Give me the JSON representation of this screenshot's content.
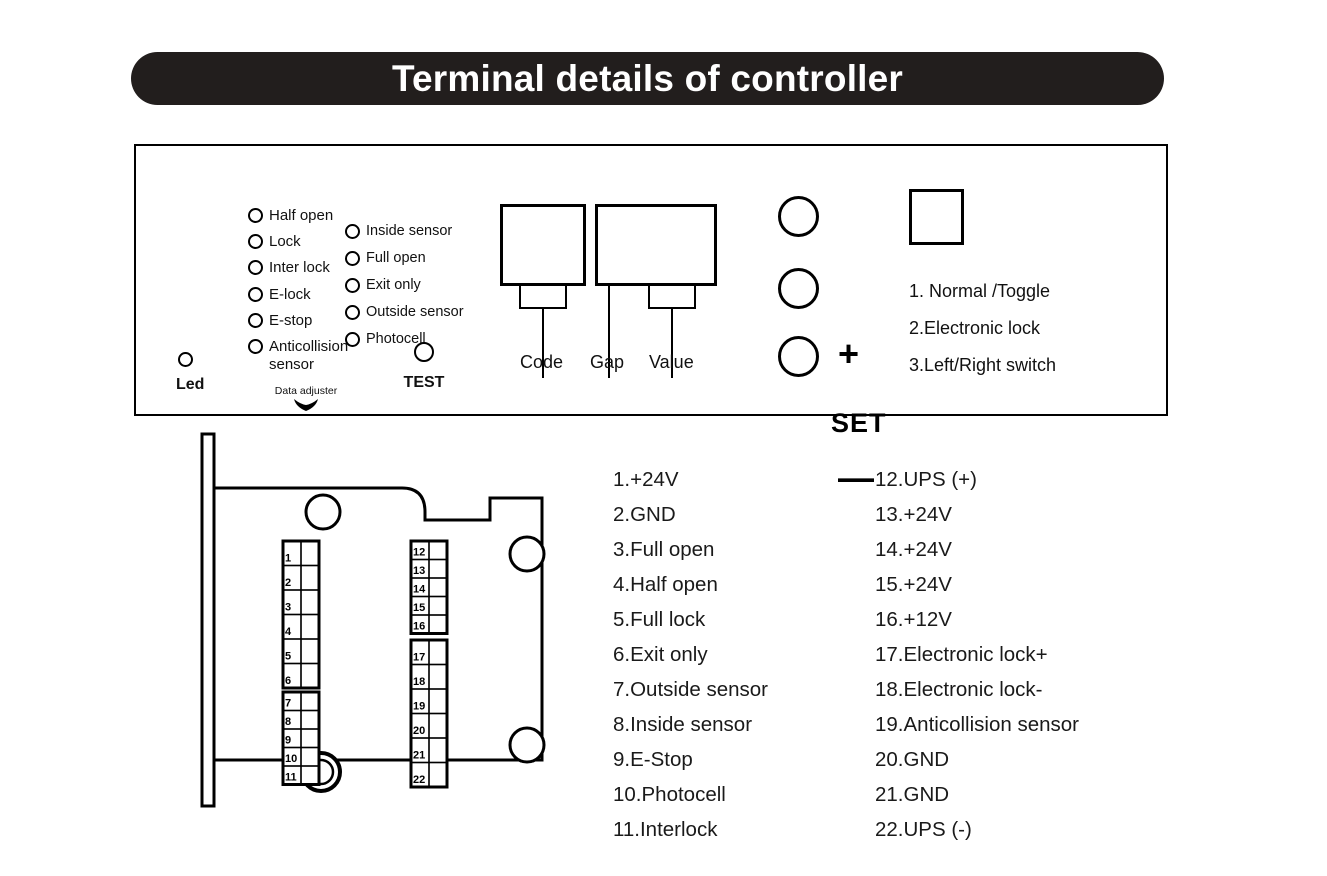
{
  "title": {
    "text": "Terminal details of controller"
  },
  "panel": {
    "led_group_left": [
      {
        "label": "Half open"
      },
      {
        "label": "Lock"
      },
      {
        "label": "Inter lock"
      },
      {
        "label": "E-lock"
      },
      {
        "label": "E-stop"
      },
      {
        "label": "Anticollision"
      },
      {
        "label": "sensor"
      }
    ],
    "led_group_right": [
      {
        "label": "Inside sensor"
      },
      {
        "label": "Full open"
      },
      {
        "label": "Exit only"
      },
      {
        "label": "Outside sensor"
      },
      {
        "label": "Photocell"
      }
    ],
    "led_indicator_caption": "Led",
    "data_adjuster_caption": "Data adjuster",
    "test_caption": "TEST",
    "displays": [
      {
        "label": "Code"
      },
      {
        "label": "Gap"
      },
      {
        "label": "Value"
      }
    ],
    "buttons": [
      {
        "symbol": "+",
        "name": "plus"
      },
      {
        "symbol": "SET",
        "name": "set"
      },
      {
        "symbol": "—",
        "name": "minus"
      }
    ],
    "dip_options": [
      "1. Normal /Toggle",
      "2.Electronic lock",
      "3.Left/Right switch"
    ]
  },
  "terminal_board": {
    "block_1": [
      "1",
      "2",
      "3",
      "4",
      "5",
      "6"
    ],
    "block_2": [
      "7",
      "8",
      "9",
      "10",
      "11"
    ],
    "block_3": [
      "12",
      "13",
      "14",
      "15",
      "16"
    ],
    "block_4": [
      "17",
      "18",
      "19",
      "20",
      "21",
      "22"
    ]
  },
  "pin_list": {
    "column_a": [
      "1.+24V",
      "2.GND",
      "3.Full open",
      "4.Half open",
      "5.Full lock",
      "6.Exit only",
      "7.Outside sensor",
      "8.Inside sensor",
      "9.E-Stop",
      "10.Photocell",
      "11.Interlock"
    ],
    "column_b": [
      "12.UPS (+)",
      "13.+24V",
      "14.+24V",
      "15.+24V",
      "16.+12V",
      "17.Electronic lock+",
      "18.Electronic lock-",
      "19.Anticollision sensor",
      "20.GND",
      "21.GND",
      "22.UPS (-)"
    ]
  },
  "colors": {
    "banner_bg": "#221e1d",
    "banner_text": "#ffffff",
    "line": "#000000",
    "page_bg": "#ffffff"
  }
}
